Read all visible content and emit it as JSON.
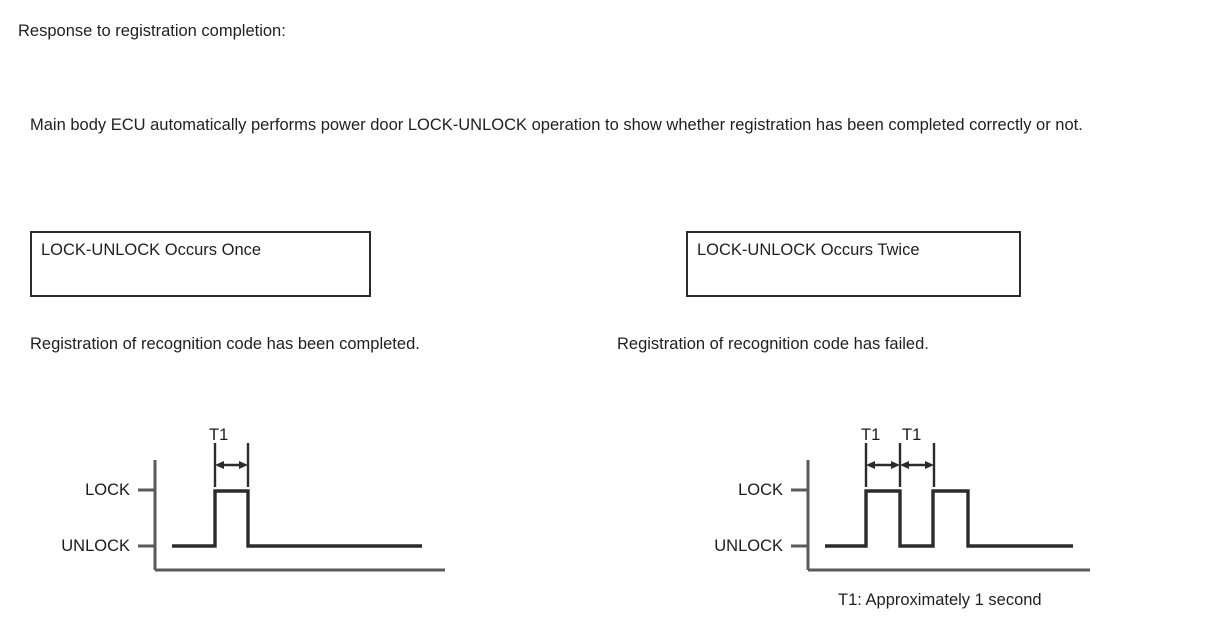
{
  "document": {
    "heading": "Response to registration completion:",
    "intro": "Main body ECU automatically performs power door LOCK-UNLOCK operation to show whether registration has been completed correctly or not."
  },
  "columns": [
    {
      "box_title": "LOCK-UNLOCK Occurs Once",
      "caption": "Registration of recognition code has been completed.",
      "diagram": {
        "y_labels": [
          "LOCK",
          "UNLOCK"
        ],
        "dimension_labels": [
          "T1"
        ],
        "pulse_count": 1
      }
    },
    {
      "box_title": "LOCK-UNLOCK Occurs Twice",
      "caption": "Registration of recognition code has failed.",
      "diagram": {
        "y_labels": [
          "LOCK",
          "UNLOCK"
        ],
        "dimension_labels": [
          "T1",
          "T1"
        ],
        "pulse_count": 2
      }
    }
  ],
  "footnote": "T1: Approximately 1 second",
  "chart_data": {
    "type": "line",
    "title": "LOCK-UNLOCK timing waveforms",
    "xlabel": "",
    "ylabel": "",
    "states": [
      "UNLOCK",
      "LOCK"
    ],
    "charts": [
      {
        "name": "LOCK-UNLOCK Occurs Once",
        "x": [
          0,
          1,
          1,
          2,
          2,
          5
        ],
        "y": [
          "UNLOCK",
          "UNLOCK",
          "LOCK",
          "LOCK",
          "UNLOCK",
          "UNLOCK"
        ],
        "pulses": [
          {
            "start": 1,
            "end": 2,
            "label": "T1"
          }
        ],
        "annotations": [
          "T1"
        ]
      },
      {
        "name": "LOCK-UNLOCK Occurs Twice",
        "x": [
          0,
          1,
          1,
          2,
          2,
          3,
          3,
          4,
          4,
          7
        ],
        "y": [
          "UNLOCK",
          "UNLOCK",
          "LOCK",
          "LOCK",
          "UNLOCK",
          "UNLOCK",
          "LOCK",
          "LOCK",
          "UNLOCK",
          "UNLOCK"
        ],
        "pulses": [
          {
            "start": 1,
            "end": 2,
            "label": "T1"
          },
          {
            "start": 3,
            "end": 4,
            "label": "T1"
          }
        ],
        "annotations": [
          "T1",
          "T1"
        ]
      }
    ],
    "note": "T1: Approximately 1 second"
  },
  "colors": {
    "text": "#1f1f1f",
    "box_border": "#2b2b2b",
    "waveform": "#2b2b2b",
    "axis": "#5a5a5a"
  }
}
